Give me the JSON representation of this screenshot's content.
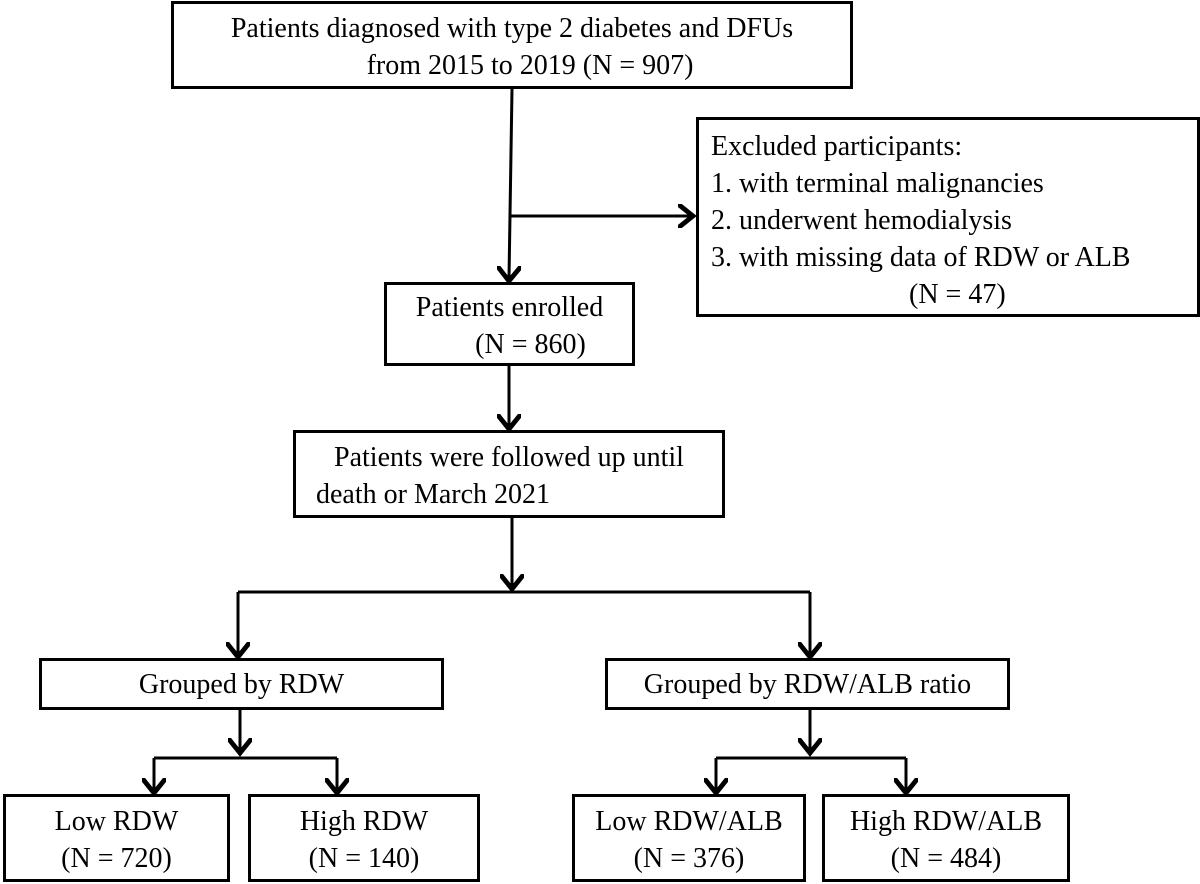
{
  "flowchart": {
    "start": {
      "line1": "Patients diagnosed with type 2 diabetes and DFUs",
      "line2": "from 2015 to 2019 (N = 907)"
    },
    "excluded": {
      "title": "Excluded participants:",
      "items": [
        "1. with terminal malignancies",
        "2. underwent hemodialysis",
        "3. with missing data of RDW or ALB"
      ],
      "count": "(N = 47)"
    },
    "enrolled": {
      "line1": "Patients enrolled",
      "line2": "(N = 860)"
    },
    "followup": {
      "line1": "Patients were followed up until",
      "line2": "death or March 2021"
    },
    "group_rdw": {
      "label": "Grouped by RDW",
      "low": {
        "label": "Low RDW",
        "count": "(N = 720)"
      },
      "high": {
        "label": "High RDW",
        "count": "(N = 140)"
      }
    },
    "group_ratio": {
      "label": "Grouped by RDW/ALB ratio",
      "low": {
        "label": "Low RDW/ALB",
        "count": "(N = 376)"
      },
      "high": {
        "label": "High RDW/ALB",
        "count": "(N = 484)"
      }
    },
    "line_color": "#000000"
  }
}
